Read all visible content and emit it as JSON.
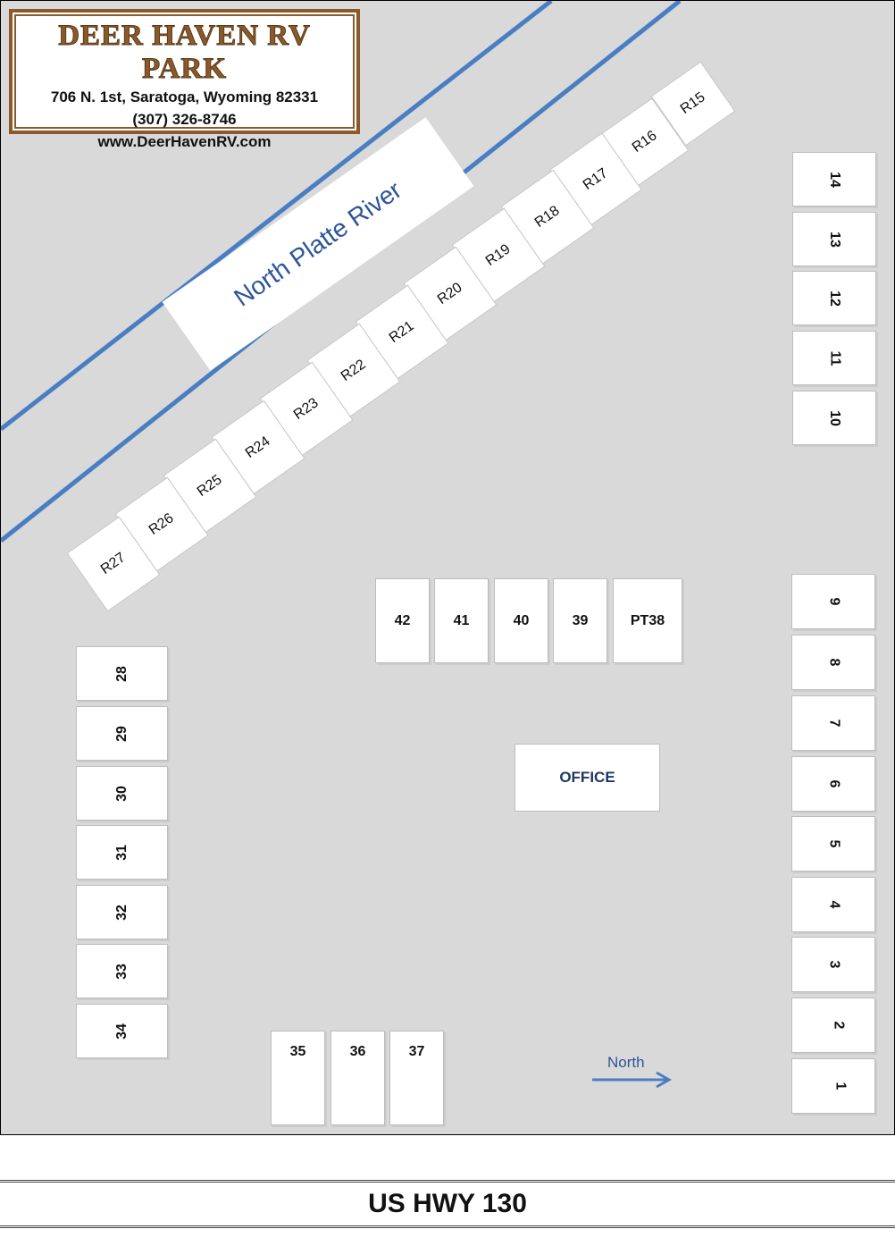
{
  "sign": {
    "title": "DEER HAVEN RV PARK",
    "address": "706 N. 1st, Saratoga,  Wyoming  82331",
    "phone": "(307) 326-8746",
    "website": "www.DeerHavenRV.com"
  },
  "river": {
    "label": "North Platte River",
    "line_color": "#4a7ec2",
    "label_color": "#2e5597"
  },
  "river_sites": [
    "R15",
    "R16",
    "R17",
    "R18",
    "R19",
    "R20",
    "R21",
    "R22",
    "R23",
    "R24",
    "R25",
    "R26",
    "R27"
  ],
  "east_sites_upper": [
    "14",
    "13",
    "12",
    "11",
    "10"
  ],
  "east_sites_lower": [
    "9",
    "8",
    "7",
    "6",
    "5",
    "4",
    "3",
    "2",
    "1"
  ],
  "west_sites": [
    "28",
    "29",
    "30",
    "31",
    "32",
    "33",
    "34"
  ],
  "center_sites": [
    "42",
    "41",
    "40",
    "39",
    "PT38"
  ],
  "south_sites": [
    "35",
    "36",
    "37"
  ],
  "office": {
    "label": "OFFICE",
    "color": "#1f3864"
  },
  "compass": {
    "label": "North",
    "color": "#4a7ec2"
  },
  "highway": {
    "label": "US HWY 130"
  },
  "colors": {
    "ground": "#d9d9d9",
    "site": "#ffffff",
    "sign_border": "#8b5a2b"
  }
}
